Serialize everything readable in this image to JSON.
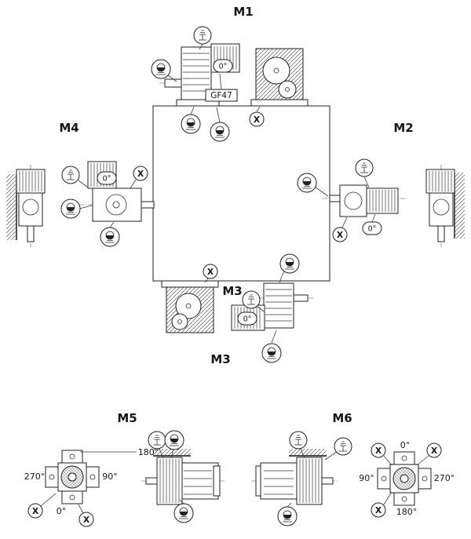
{
  "colors": {
    "line": "#1f1f1f",
    "background": "#ffffff"
  },
  "positions": {
    "m1": {
      "label": "M1"
    },
    "m2": {
      "label": "M2"
    },
    "m3": {
      "label": "M3"
    },
    "m3_detail": {
      "label": "M3"
    },
    "m4": {
      "label": "M4"
    },
    "m5": {
      "label": "M5"
    },
    "m6": {
      "label": "M6"
    }
  },
  "unit": {
    "model": "GF47"
  },
  "marks": {
    "x": "X",
    "zero_degree": "0°"
  },
  "m5_flange": {
    "top": "180°",
    "left": "270°",
    "right": "90°",
    "bottom": "0°"
  },
  "m6_flange": {
    "top": "0°",
    "left": "90°",
    "right": "270°",
    "bottom": "180°"
  },
  "icons": {
    "breather_valve_icon": "⊤",
    "oil_plug_icon": "◒",
    "x_marker_icon": "X"
  }
}
